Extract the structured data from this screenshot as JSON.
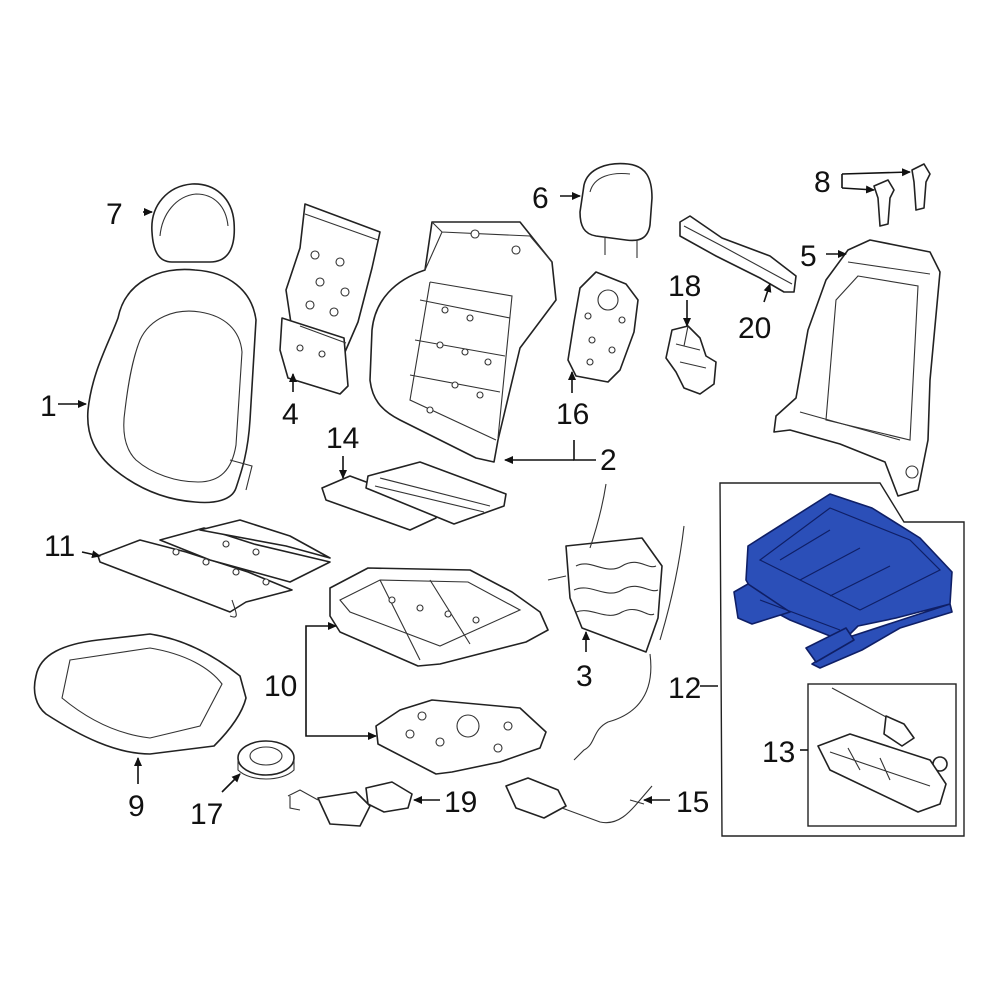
{
  "callouts": {
    "c1": "1",
    "c2": "2",
    "c3": "3",
    "c4": "4",
    "c5": "5",
    "c6": "6",
    "c7": "7",
    "c8": "8",
    "c9": "9",
    "c10": "10",
    "c11": "11",
    "c12": "12",
    "c13": "13",
    "c14": "14",
    "c15": "15",
    "c16": "16",
    "c17": "17",
    "c18": "18",
    "c19": "19",
    "c20": "20"
  },
  "colors": {
    "highlight": "#2b4fb8",
    "line": "#222222",
    "background": "#ffffff"
  },
  "highlighted_part": "12"
}
